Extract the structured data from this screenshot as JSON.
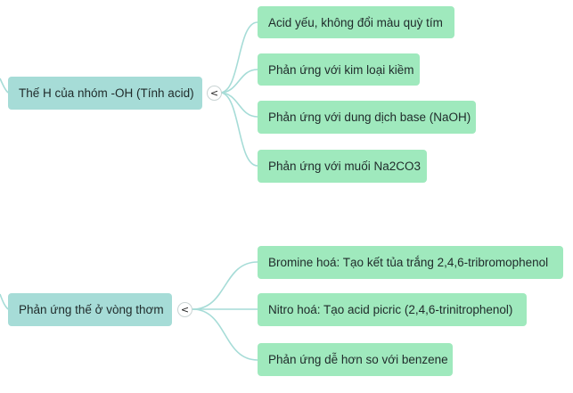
{
  "groups": [
    {
      "label": "Thế H của nhóm -OH (Tính acid)",
      "toggle": "<",
      "children": [
        "Acid yếu, không đổi màu quỳ tím",
        "Phản ứng với kim loại kiềm",
        "Phản ứng với dung dịch base (NaOH)",
        "Phản ứng với muối Na2CO3"
      ]
    },
    {
      "label": "Phản ứng thế ở vòng thơm",
      "toggle": "<",
      "children": [
        "Bromine hoá: Tạo kết tủa trắng 2,4,6-tribromophenol",
        "Nitro hoá: Tạo acid picric (2,4,6-trinitrophenol)",
        "Phản ứng dễ hơn so với benzene"
      ]
    }
  ],
  "colors": {
    "parent_fill": "#a6dcd7",
    "child_fill": "#9fe9bd",
    "link_stroke": "#a6dcd7"
  }
}
